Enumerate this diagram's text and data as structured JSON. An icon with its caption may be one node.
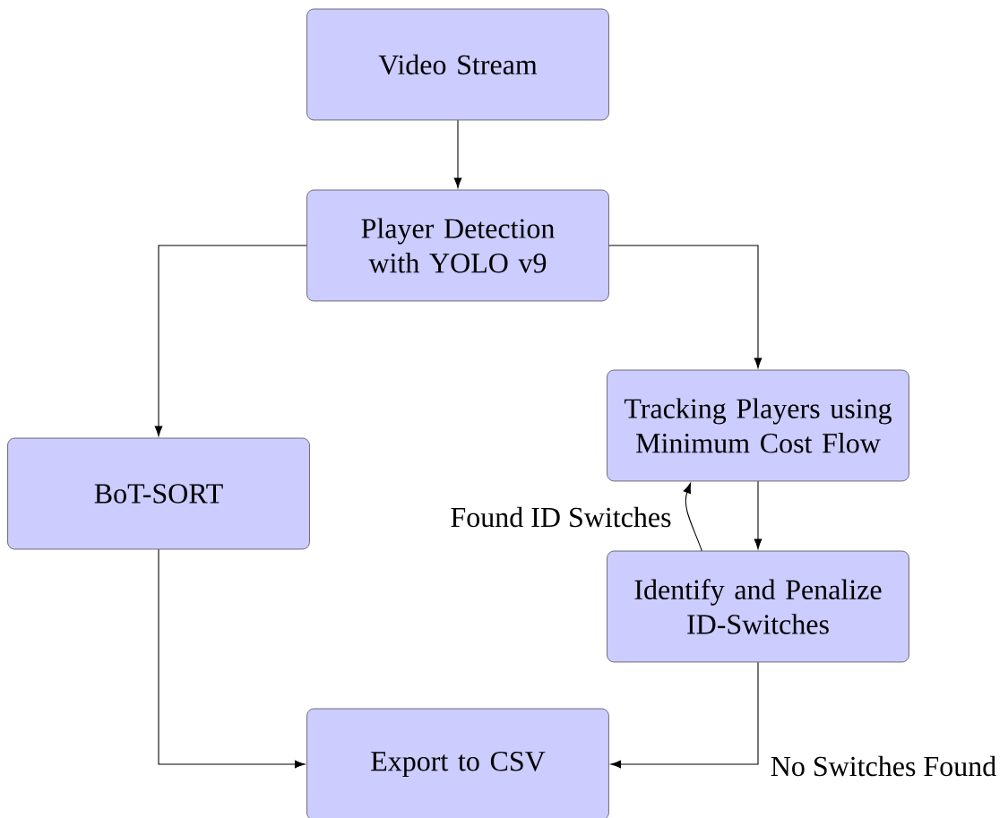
{
  "diagram": {
    "nodes": [
      {
        "text": [
          "Video Stream"
        ]
      },
      {
        "text": [
          "Player Detection with YOLO v9"
        ]
      },
      {
        "text": [
          "BoT-SORT"
        ]
      },
      {
        "text": [
          "Tracking Players using Minimum Cost Flow"
        ]
      },
      {
        "text": [
          "Identify and Penalize ID-Switches"
        ]
      },
      {
        "text": [
          "Export to CSV"
        ]
      }
    ],
    "edges": [
      {
        "from": 0,
        "to": 1,
        "arrow": "to"
      },
      {
        "from": 1,
        "to": 2,
        "arrow": "to"
      },
      {
        "from": 1,
        "to": 3,
        "arrow": "to"
      },
      {
        "from": 3,
        "to": 4,
        "arrow": "to"
      },
      {
        "from": 4,
        "to": 3,
        "arrow": "to",
        "label": "Found ID Switches"
      },
      {
        "from": 2,
        "to": 5,
        "arrow": "to"
      },
      {
        "from": 4,
        "to": 5,
        "arrow": "to",
        "label": "No Switches Found"
      }
    ]
  }
}
